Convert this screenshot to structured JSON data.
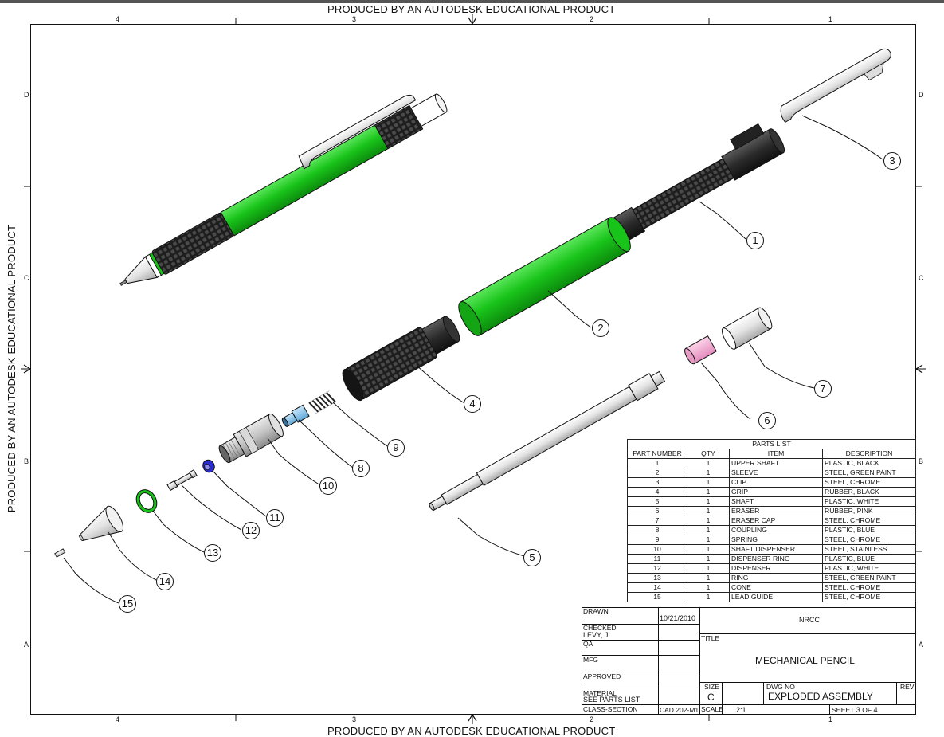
{
  "watermark": "PRODUCED BY AN AUTODESK EDUCATIONAL PRODUCT",
  "zones": {
    "columns": [
      "4",
      "3",
      "2",
      "1"
    ],
    "rows": [
      "D",
      "C",
      "B",
      "A"
    ]
  },
  "colors": {
    "green": "#19c41a",
    "black_part": "#2a2a2a",
    "chrome": "#e6e6e6",
    "pink": "#f1a8d0",
    "blue_light": "#8fc8ec",
    "blue_dark": "#2b2bd6"
  },
  "balloons": [
    "1",
    "2",
    "3",
    "4",
    "5",
    "6",
    "7",
    "8",
    "9",
    "10",
    "11",
    "12",
    "13",
    "14",
    "15"
  ],
  "parts_list": {
    "title": "PARTS LIST",
    "headers": [
      "PART NUMBER",
      "QTY",
      "ITEM",
      "DESCRIPTION"
    ],
    "rows": [
      [
        "1",
        "1",
        "UPPER SHAFT",
        "PLASTIC, BLACK"
      ],
      [
        "2",
        "1",
        "SLEEVE",
        "STEEL, GREEN PAINT"
      ],
      [
        "3",
        "1",
        "CLIP",
        "STEEL, CHROME"
      ],
      [
        "4",
        "1",
        "GRIP",
        "RUBBER, BLACK"
      ],
      [
        "5",
        "1",
        "SHAFT",
        "PLASTIC, WHITE"
      ],
      [
        "6",
        "1",
        "ERASER",
        "RUBBER, PINK"
      ],
      [
        "7",
        "1",
        "ERASER CAP",
        "STEEL, CHROME"
      ],
      [
        "8",
        "1",
        "COUPLING",
        "PLASTIC, BLUE"
      ],
      [
        "9",
        "1",
        "SPRING",
        "STEEL, CHROME"
      ],
      [
        "10",
        "1",
        "SHAFT DISPENSER",
        "STEEL, STAINLESS"
      ],
      [
        "11",
        "1",
        "DISPENSER RING",
        "PLASTIC, BLUE"
      ],
      [
        "12",
        "1",
        "DISPENSER",
        "PLASTIC, WHITE"
      ],
      [
        "13",
        "1",
        "RING",
        "STEEL, GREEN PAINT"
      ],
      [
        "14",
        "1",
        "CONE",
        "STEEL, CHROME"
      ],
      [
        "15",
        "1",
        "LEAD GUIDE",
        "STEEL, CHROME"
      ]
    ]
  },
  "title_block": {
    "drawn_label": "DRAWN",
    "date": "10/21/2010",
    "company": "NRCC",
    "checked_label": "CHECKED",
    "checked_by": "LEVY, J.",
    "qa_label": "QA",
    "mfg_label": "MFG",
    "approved_label": "APPROVED",
    "title_label": "TITLE",
    "title": "MECHANICAL PENCIL",
    "material_label": "MATERIAL",
    "material": "SEE PARTS LIST",
    "size_label": "SIZE",
    "size": "C",
    "dwg_no_label": "DWG NO",
    "dwg_no": "EXPLODED ASSEMBLY",
    "rev_label": "REV",
    "class_section_label": "CLASS-SECTION",
    "class_section": "CAD 202-M1",
    "scale_label": "SCALE",
    "scale": "2:1",
    "sheet_label": "SHEET",
    "sheet_no": "3",
    "of_label": "OF",
    "sheet_total": "4"
  }
}
